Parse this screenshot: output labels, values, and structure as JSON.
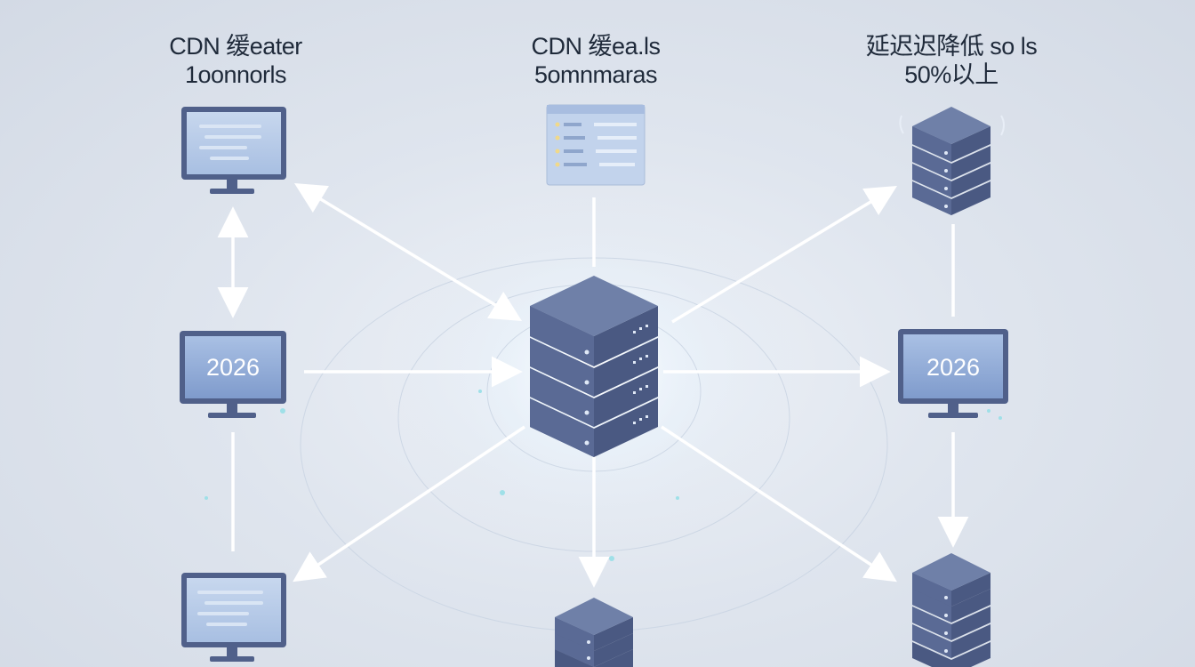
{
  "labels": {
    "left": {
      "line1": "CDN 缓eater",
      "line2": "1oonnorls"
    },
    "center": {
      "line1": "CDN 缓ea.ls",
      "line2": "5omnmaras"
    },
    "right": {
      "line1": "延迟迟降低 so ls",
      "line2": "50%以上"
    }
  },
  "monitors": {
    "left_year": "2026",
    "right_year": "2026"
  },
  "colors": {
    "server_top": "#6e7fa6",
    "server_front": "#4d5c85",
    "server_side": "#3e4b70",
    "monitor_frame": "#4e5e86",
    "arrow": "#ffffff"
  }
}
